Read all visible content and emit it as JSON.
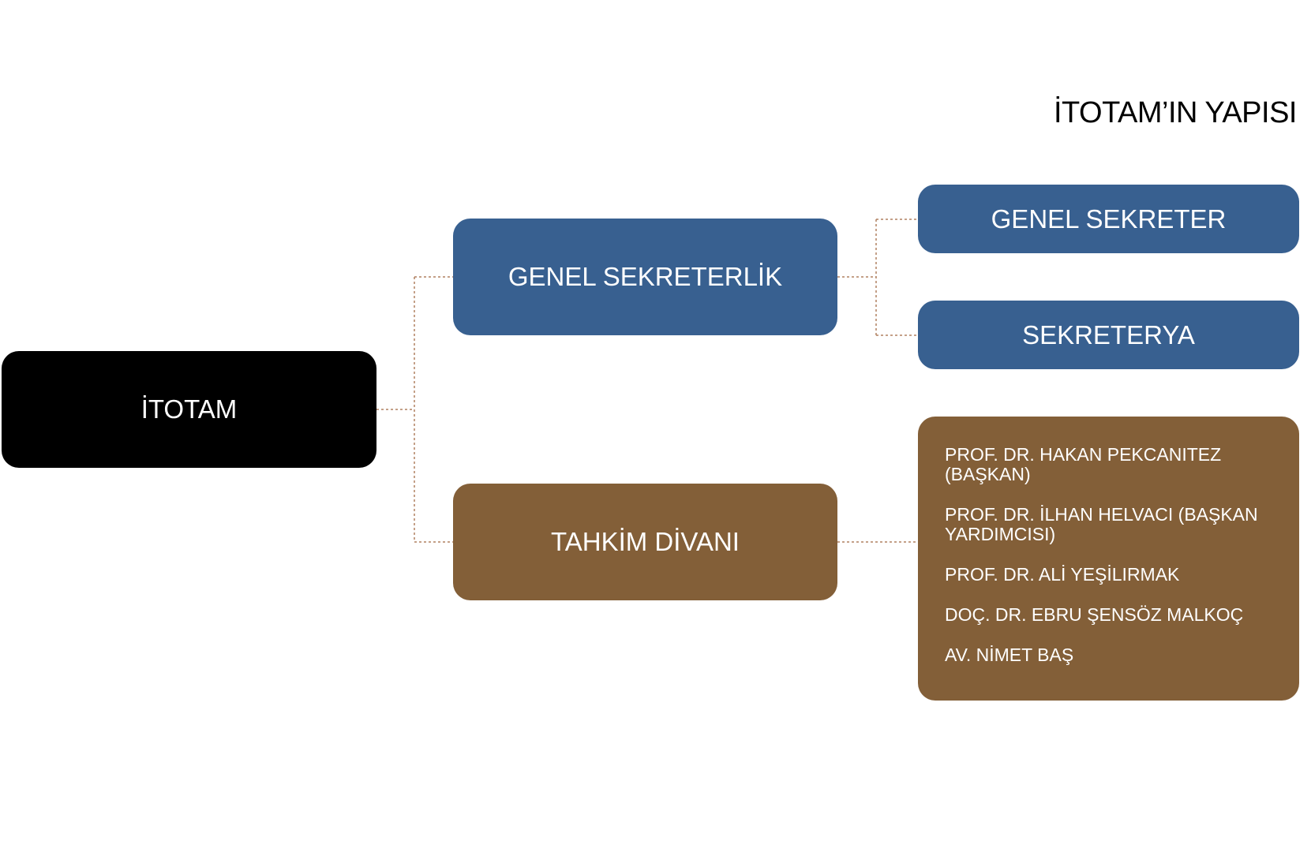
{
  "title": "İTOTAM’IN YAPISI",
  "nodes": {
    "root": "İTOTAM",
    "genel_sekreterlik": "GENEL SEKRETERLİK",
    "tahkim_divani": "TAHKİM DİVANI",
    "genel_sekreter": "GENEL SEKRETER",
    "sekreterya": "SEKRETERYA"
  },
  "members": [
    "PROF. DR. HAKAN PEKCANITEZ (BAŞKAN)",
    "PROF. DR. İLHAN HELVACI (BAŞKAN YARDIMCISI)",
    "PROF. DR. ALİ YEŞİLIRMAK",
    "DOÇ. DR. EBRU ŞENSÖZ MALKOÇ",
    "AV. NİMET BAŞ"
  ],
  "colors": {
    "root": "#000000",
    "blue": "#386090",
    "brown": "#835f38",
    "connector": "#b08060"
  }
}
